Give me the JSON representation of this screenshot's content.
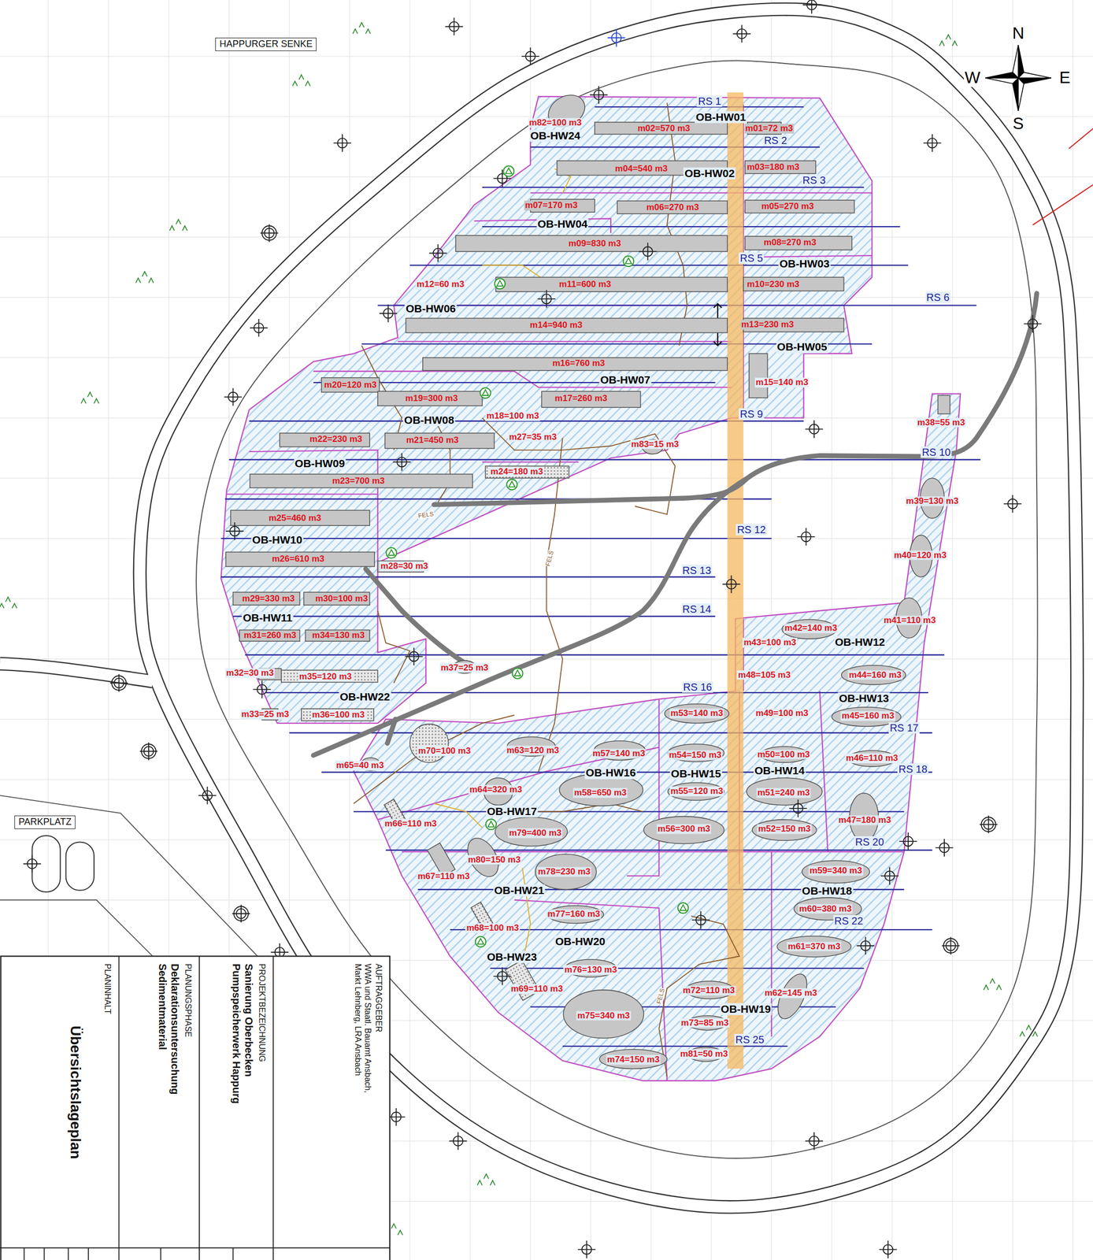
{
  "diagram": {
    "nodes": [
      {
        "text": [
          "HAPPURGER SENKE"
        ]
      },
      {
        "text": [
          "PARKPLATZ"
        ]
      },
      {
        "text": [
          "AUFTRAGGEBER",
          "WWA und Staatl. Bauamt Ansbach, Markt Lehnberg, LRA Ansbach"
        ]
      },
      {
        "text": [
          "PROJEKTBEZEICHNUNG",
          "Sanierung Oberbecken Pumpspeicherwerk Happurg"
        ]
      },
      {
        "text": [
          "PLANUNGSPHASE",
          "Deklarationsuntersuchung Sedimentmaterial"
        ]
      },
      {
        "text": [
          "PLANINHALT",
          "Übersichtslageplan"
        ]
      }
    ],
    "labels": [
      "N",
      "W",
      "E",
      "S",
      "OB-HW01",
      "OB-HW24",
      "OB-HW02",
      "OB-HW04",
      "OB-HW03",
      "OB-HW06",
      "OB-HW05",
      "OB-HW07",
      "OB-HW08",
      "OB-HW09",
      "OB-HW10",
      "OB-HW11",
      "OB-HW12",
      "OB-HW13",
      "OB-HW22",
      "OB-HW16",
      "OB-HW15",
      "OB-HW14",
      "OB-HW17",
      "OB-HW18",
      "OB-HW21",
      "OB-HW20",
      "OB-HW23",
      "OB-HW19",
      "m82=100 m3",
      "m02=570 m3",
      "m01=72 m3",
      "m04=540 m3",
      "m03=180 m3",
      "m07=170 m3",
      "m06=270 m3",
      "m05=270 m3",
      "m09=830 m3",
      "m08=270 m3",
      "m12=60 m3",
      "m11=600 m3",
      "m10=230 m3",
      "m14=940 m3",
      "m13=230 m3",
      "m16=760 m3",
      "m20=120 m3",
      "m19=300 m3",
      "m17=260 m3",
      "m15=140 m3",
      "m18=100 m3",
      "m38=55 m3",
      "m22=230 m3",
      "m21=450 m3",
      "m27=35 m3",
      "m83=15 m3",
      "m24=180 m3",
      "m23=700 m3",
      "m39=130 m3",
      "m25=460 m3",
      "m40=120 m3",
      "m26=610 m3",
      "m28=30 m3",
      "m29=330 m3",
      "m30=100 m3",
      "m41=110 m3",
      "m42=140 m3",
      "m31=260 m3",
      "m34=130 m3",
      "m43=100 m3",
      "m37=25 m3",
      "m32=30 m3",
      "m35=120 m3",
      "m48=105 m3",
      "m44=160 m3",
      "m53=140 m3",
      "m49=100 m3",
      "m45=160 m3",
      "m33=25 m3",
      "m36=100 m3",
      "m70=100 m3",
      "m63=120 m3",
      "m57=140 m3",
      "m54=150 m3",
      "m50=100 m3",
      "m46=110 m3",
      "m65=40 m3",
      "m64=320 m3",
      "m58=650 m3",
      "m55=120 m3",
      "m51=240 m3",
      "m47=180 m3",
      "m66=110 m3",
      "m79=400 m3",
      "m56=300 m3",
      "m52=150 m3",
      "m80=150 m3",
      "m67=110 m3",
      "m78=230 m3",
      "m59=340 m3",
      "m77=160 m3",
      "m60=380 m3",
      "m68=100 m3",
      "m61=370 m3",
      "m69=110 m3",
      "m76=130 m3",
      "m72=110 m3",
      "m62=145 m3",
      "m75=340 m3",
      "m73=85 m3",
      "m81=50 m3",
      "m74=150 m3",
      "RS 1",
      "RS 2",
      "RS 3",
      "RS 5",
      "RS 6",
      "RS 9",
      "RS 10",
      "RS 12",
      "RS 13",
      "RS 14",
      "RS 16",
      "RS 17",
      "RS 18",
      "RS 20",
      "RS 22",
      "RS 25",
      "FELS",
      "FELS",
      "FELS"
    ]
  }
}
